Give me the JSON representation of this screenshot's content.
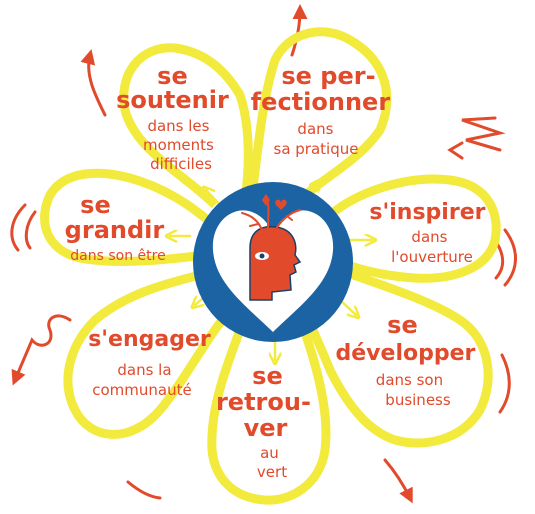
{
  "colors": {
    "petal_stroke": "#f2ea3d",
    "text": "#e14a2b",
    "arrow": "#e14a2b",
    "inner_arrow": "#f2ea3d",
    "circle": "#1c63a3",
    "heart": "#ffffff",
    "head": "#e14a2b"
  },
  "center_icon": "head-with-branches-icon",
  "petals": [
    {
      "id": "soutenir",
      "lines": [
        "se",
        "soutenir",
        "dans les",
        "moments",
        "difficiles"
      ]
    },
    {
      "id": "perfectionner",
      "lines": [
        "se per-",
        "fectionner",
        "dans",
        "sa pratique"
      ]
    },
    {
      "id": "inspirer",
      "lines": [
        "s'inspirer",
        "dans",
        "l'ouverture"
      ]
    },
    {
      "id": "developper",
      "lines": [
        "se",
        "développer",
        "dans son",
        "business"
      ]
    },
    {
      "id": "retrouver",
      "lines": [
        "se",
        "retrou-",
        "ver",
        "au",
        "vert"
      ]
    },
    {
      "id": "engager",
      "lines": [
        "s'engager",
        "dans la",
        "communauté"
      ]
    },
    {
      "id": "grandir",
      "lines": [
        "se",
        "grandir",
        "dans son être"
      ]
    }
  ]
}
